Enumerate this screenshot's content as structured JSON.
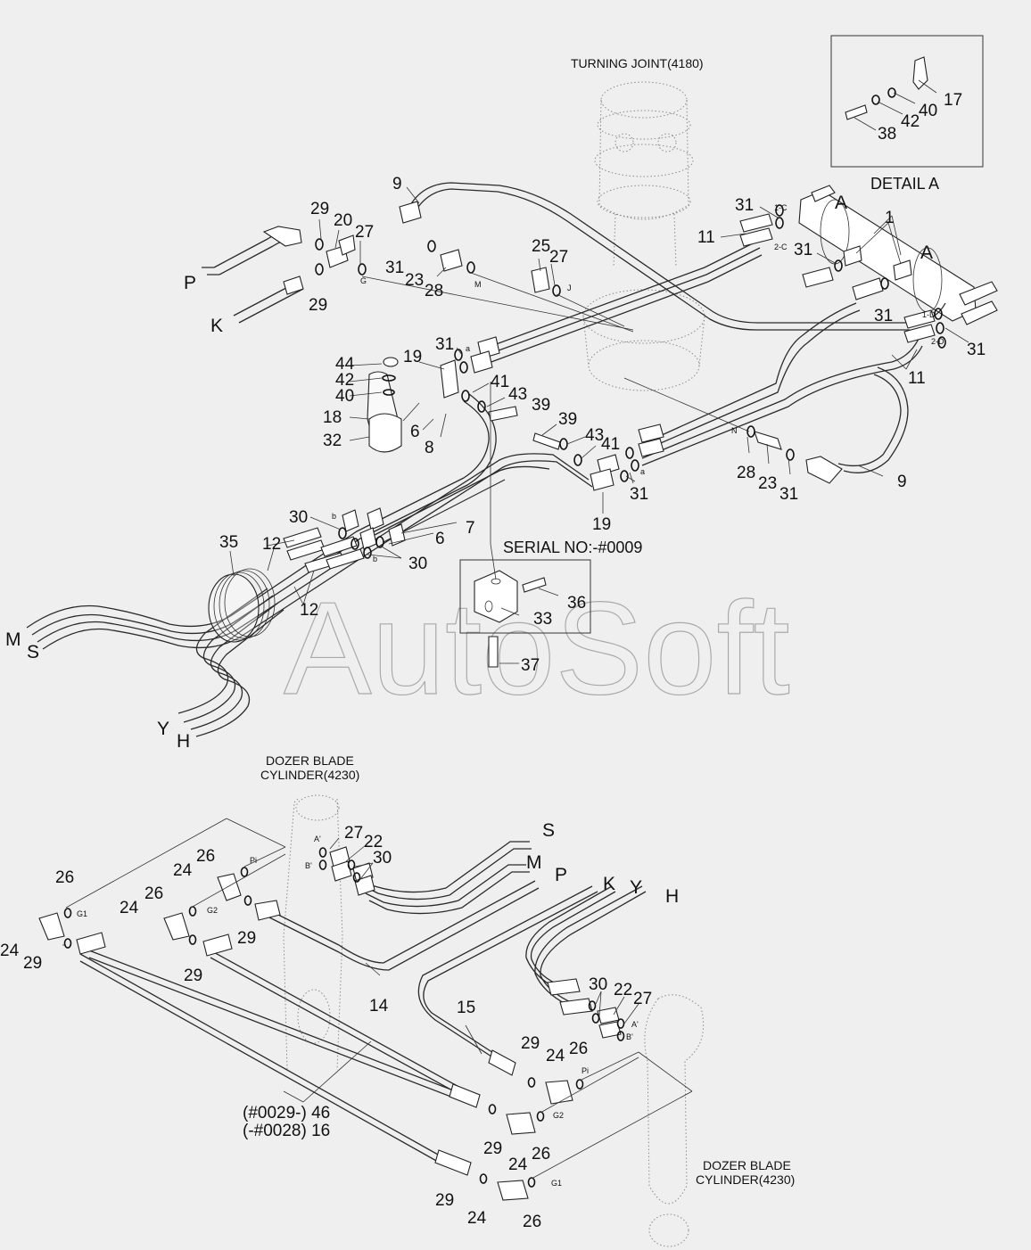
{
  "title_turning_joint": "TURNING JOINT(4180)",
  "detail_title": "DETAIL A",
  "serial_label": "SERIAL NO:-#0009",
  "dozer_top_line1": "DOZER BLADE",
  "dozer_top_line2": "CYLINDER(4230)",
  "dozer_bottom_line1": "DOZER BLADE",
  "dozer_bottom_line2": "CYLINDER(4230)",
  "watermark": "AutoSoft",
  "lower_serial_note_46": "(#0029-) 46",
  "lower_serial_note_16": "(-#0028) 16",
  "part_numbers": [
    {
      "t": "9"
    },
    {
      "t": "29"
    },
    {
      "t": "20"
    },
    {
      "t": "27"
    },
    {
      "t": "29"
    },
    {
      "t": "31"
    },
    {
      "t": "23"
    },
    {
      "t": "28"
    },
    {
      "t": "25"
    },
    {
      "t": "27"
    },
    {
      "t": "31"
    },
    {
      "t": "11"
    },
    {
      "t": "31"
    },
    {
      "t": "1"
    },
    {
      "t": "31"
    },
    {
      "t": "31"
    },
    {
      "t": "11"
    },
    {
      "t": "31"
    },
    {
      "t": "19"
    },
    {
      "t": "44"
    },
    {
      "t": "42"
    },
    {
      "t": "40"
    },
    {
      "t": "18"
    },
    {
      "t": "32"
    },
    {
      "t": "6"
    },
    {
      "t": "8"
    },
    {
      "t": "41"
    },
    {
      "t": "43"
    },
    {
      "t": "39"
    },
    {
      "t": "39"
    },
    {
      "t": "43"
    },
    {
      "t": "41"
    },
    {
      "t": "31"
    },
    {
      "t": "19"
    },
    {
      "t": "28"
    },
    {
      "t": "23"
    },
    {
      "t": "31"
    },
    {
      "t": "9"
    },
    {
      "t": "30"
    },
    {
      "t": "7"
    },
    {
      "t": "6"
    },
    {
      "t": "30"
    },
    {
      "t": "35"
    },
    {
      "t": "12"
    },
    {
      "t": "12"
    },
    {
      "t": "36"
    },
    {
      "t": "33"
    },
    {
      "t": "37"
    },
    {
      "t": "17"
    },
    {
      "t": "40"
    },
    {
      "t": "42"
    },
    {
      "t": "38"
    },
    {
      "t": "27"
    },
    {
      "t": "22"
    },
    {
      "t": "30"
    },
    {
      "t": "26"
    },
    {
      "t": "24"
    },
    {
      "t": "26"
    },
    {
      "t": "24"
    },
    {
      "t": "29"
    },
    {
      "t": "26"
    },
    {
      "t": "24"
    },
    {
      "t": "29"
    },
    {
      "t": "29"
    },
    {
      "t": "14"
    },
    {
      "t": "15"
    },
    {
      "t": "30"
    },
    {
      "t": "22"
    },
    {
      "t": "27"
    },
    {
      "t": "29"
    },
    {
      "t": "24"
    },
    {
      "t": "26"
    },
    {
      "t": "29"
    },
    {
      "t": "24"
    },
    {
      "t": "26"
    },
    {
      "t": "29"
    },
    {
      "t": "24"
    },
    {
      "t": "26"
    }
  ],
  "port_letters": [
    {
      "t": "P"
    },
    {
      "t": "K"
    },
    {
      "t": "M"
    },
    {
      "t": "S"
    },
    {
      "t": "Y"
    },
    {
      "t": "H"
    },
    {
      "t": "A"
    },
    {
      "t": "A"
    },
    {
      "t": "S"
    },
    {
      "t": "M"
    },
    {
      "t": "P"
    },
    {
      "t": "K"
    },
    {
      "t": "Y"
    },
    {
      "t": "H"
    }
  ],
  "port_codes": [
    {
      "t": "G"
    },
    {
      "t": "M"
    },
    {
      "t": "J"
    },
    {
      "t": "a"
    },
    {
      "t": "1-C"
    },
    {
      "t": "2-C"
    },
    {
      "t": "1-D"
    },
    {
      "t": "2-D"
    },
    {
      "t": "N"
    },
    {
      "t": "a"
    },
    {
      "t": "b"
    },
    {
      "t": "b"
    },
    {
      "t": "A'"
    },
    {
      "t": "B'"
    },
    {
      "t": "Pi"
    },
    {
      "t": "G2"
    },
    {
      "t": "G1"
    },
    {
      "t": "A'"
    },
    {
      "t": "B'"
    },
    {
      "t": "Pi"
    },
    {
      "t": "G2"
    },
    {
      "t": "G1"
    }
  ]
}
